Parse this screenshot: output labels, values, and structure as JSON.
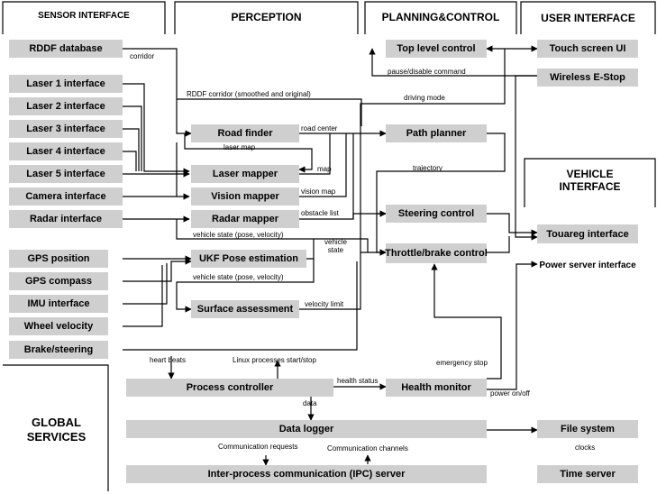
{
  "headers": {
    "sensor_interface": "SENSOR INTERFACE",
    "perception": "PERCEPTION",
    "planning_control": "PLANNING&CONTROL",
    "user_interface": "USER INTERFACE",
    "vehicle_interface_1": "VEHICLE",
    "vehicle_interface_2": "INTERFACE",
    "global_services_1": "GLOBAL",
    "global_services_2": "SERVICES"
  },
  "boxes": {
    "rddf_database": "RDDF database",
    "laser1": "Laser 1 interface",
    "laser2": "Laser 2 interface",
    "laser3": "Laser 3 interface",
    "laser4": "Laser 4 interface",
    "laser5": "Laser 5 interface",
    "camera": "Camera interface",
    "radar": "Radar interface",
    "gps_position": "GPS position",
    "gps_compass": "GPS compass",
    "imu": "IMU interface",
    "wheel_velocity": "Wheel velocity",
    "brake_steering": "Brake/steering",
    "road_finder": "Road finder",
    "laser_mapper": "Laser mapper",
    "vision_mapper": "Vision mapper",
    "radar_mapper": "Radar mapper",
    "ukf": "UKF Pose estimation",
    "surface": "Surface assessment",
    "top_level": "Top level control",
    "path_planner": "Path planner",
    "steering_control": "Steering control",
    "throttle_brake": "Throttle/brake control",
    "touch_screen": "Touch screen UI",
    "wireless_estop": "Wireless E-Stop",
    "touareg": "Touareg interface",
    "power_server": "Power server interface",
    "process_controller": "Process controller",
    "health_monitor": "Health monitor",
    "data_logger": "Data logger",
    "ipc_server": "Inter-process communication (IPC) server",
    "file_system": "File system",
    "time_server": "Time server"
  },
  "labels": {
    "corridor": "corridor",
    "rddf_corridor": "RDDF corridor (smoothed and original)",
    "pause": "pause/disable command",
    "driving_mode": "driving mode",
    "road_center": "road center",
    "laser_map": "laser map",
    "map": "map",
    "trajectory": "trajectory",
    "vision_map": "vision map",
    "obstacle_list": "obstacle list",
    "vehicle_state_1": "vehicle state (pose, velocity)",
    "vehicle_state_short": "vehicle",
    "vehicle_state_short2": "state",
    "vehicle_state_2": "vehicle state (pose, velocity)",
    "velocity_limit": "velocity limit",
    "heart_beats": "heart beats",
    "linux_processes": "Linux processes start/stop",
    "health_status": "health status",
    "emergency_stop": "emergency stop",
    "power_onoff": "power on/off",
    "data": "data",
    "comm_requests": "Communication requests",
    "comm_channels": "Communication channels",
    "clocks": "clocks"
  }
}
